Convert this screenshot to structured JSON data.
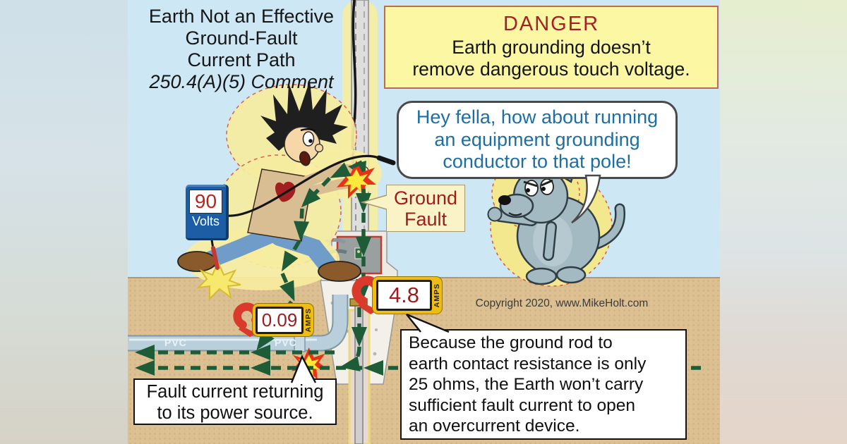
{
  "title": {
    "lines": [
      "Earth Not an Effective",
      "Ground-Fault",
      "Current Path",
      "250.4(A)(5) Comment"
    ]
  },
  "danger_box": {
    "heading": "DANGER",
    "lines": [
      "Earth grounding doesn’t",
      "remove dangerous touch voltage."
    ]
  },
  "speech_bubble": {
    "speaker": "dog",
    "lines": [
      "Hey fella, how about running",
      "an equipment grounding",
      "conductor to that pole!"
    ]
  },
  "ground_fault_label": {
    "lines": [
      "Ground",
      "Fault"
    ]
  },
  "meters": {
    "touch_voltage": {
      "value": "90",
      "unit": "Volts"
    },
    "rod_current": {
      "value": "4.8",
      "unit": "AMPS"
    },
    "earth_current": {
      "value": "0.09",
      "unit": "AMPS"
    }
  },
  "conduit": {
    "label": "PVC"
  },
  "captions": {
    "fault_return": {
      "lines": [
        "Fault current returning",
        "to its power source."
      ]
    },
    "earth_resistance": {
      "lines": [
        "Because the ground rod to",
        "earth contact resistance is only",
        "25 ohms, the Earth won’t carry",
        "sufficient fault current to open",
        "an overcurrent device."
      ]
    }
  },
  "copyright": "Copyright 2020, www.MikeHolt.com",
  "colors": {
    "sky": "#cde7f4",
    "earth": "#dcc092",
    "danger_bg": "#fbf7a3",
    "danger_text": "#a32125",
    "speech_text": "#1c6ea4",
    "current_arrow_green": "#1e5c38",
    "meter_value_red": "#9e1b1e",
    "clamp_meter_yellow": "#eebc13",
    "clamp_jaw_red": "#d93a2b",
    "voltmeter_blue": "#1b5ea6",
    "label_bg": "#faf3c8"
  }
}
